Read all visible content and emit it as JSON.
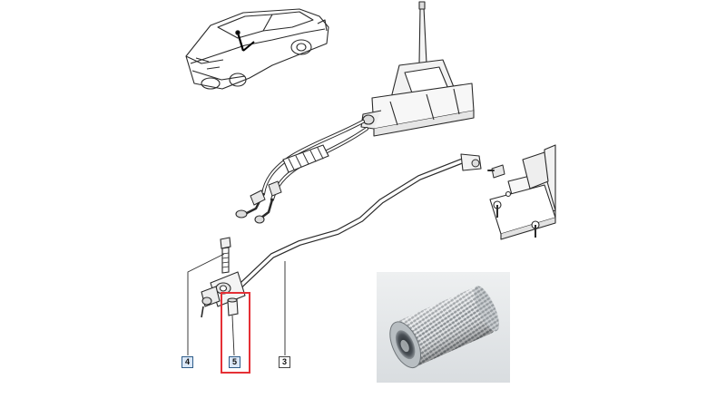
{
  "callouts": {
    "bolt": "4",
    "bushing": "5",
    "gear_rod": "3"
  },
  "colors": {
    "highlight": "#e53036",
    "line": "#2a2a2a",
    "callout_blue": "#dbe8f7"
  },
  "icons": {
    "car": "car-illustration-icon",
    "shifter": "gear-shifter-icon",
    "photo": "knurled-bushing-photo"
  }
}
